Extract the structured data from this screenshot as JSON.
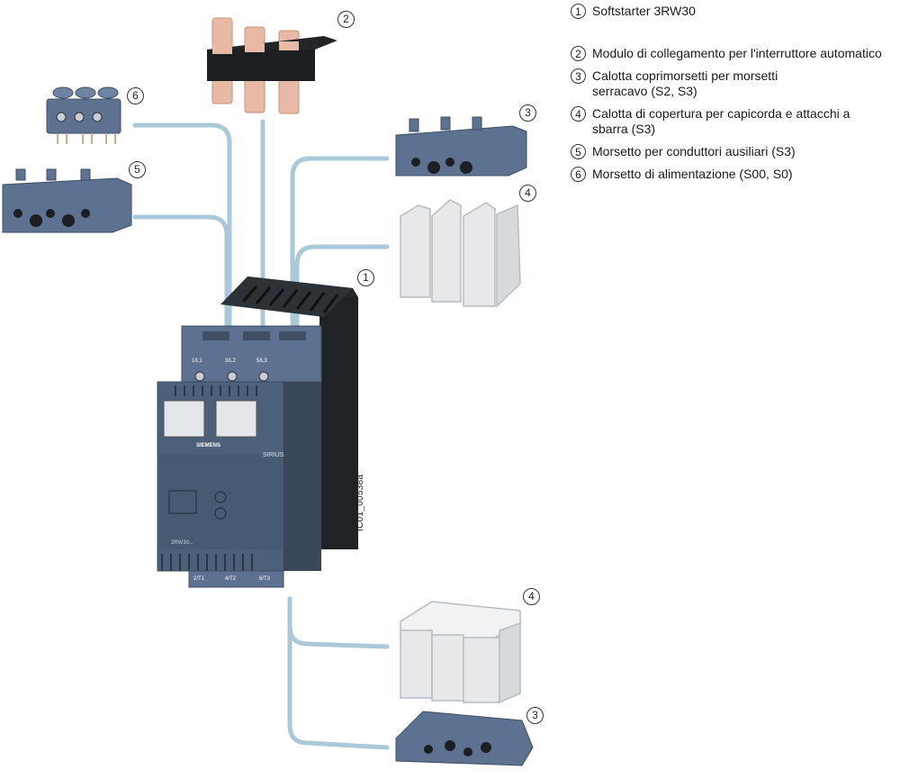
{
  "legend": [
    {
      "num": "1",
      "text": "Softstarter 3RW30"
    },
    {
      "num": "2",
      "text": "Modulo di collegamento per l'interruttore automatico"
    },
    {
      "num": "3",
      "text": "Calotta coprimorsetti per morsetti\nserracavo (S2, S3)"
    },
    {
      "num": "4",
      "text": "Calotta di copertura per capicorda e attacchi a\nsbarra (S3)"
    },
    {
      "num": "5",
      "text": "Morsetto per conduttori ausiliari (S3)"
    },
    {
      "num": "6",
      "text": "Morsetto di alimentazione (S00, S0)"
    }
  ],
  "callouts": {
    "c1": "1",
    "c2": "2",
    "c3a": "3",
    "c4a": "4",
    "c5": "5",
    "c6": "6",
    "c4b": "4",
    "c3b": "3"
  },
  "device": {
    "brand": "SIEMENS",
    "series": "SIRIUS",
    "terminal_top": [
      "1/L1",
      "3/L2",
      "5/L3"
    ],
    "terminal_bottom": [
      "2/T1",
      "4/T2",
      "6/T3"
    ],
    "model": "3RW30..."
  },
  "doc_id": "IC01_00538a",
  "colors": {
    "guide": "#a9c8d8",
    "module": "#5d7290",
    "module_dark": "#3e4f66",
    "body": "#1f2326",
    "copper": "#e8b9a4"
  }
}
